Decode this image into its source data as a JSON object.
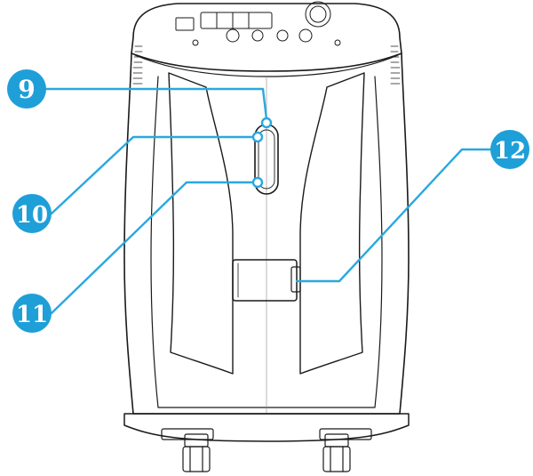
{
  "diagram": {
    "colors": {
      "outline": "#1a1a1a",
      "callout_fill": "#1f9fd8",
      "callout_line": "#2aa8e0",
      "callout_text": "#ffffff"
    },
    "callouts": [
      {
        "id": "9",
        "label": "9"
      },
      {
        "id": "10",
        "label": "10"
      },
      {
        "id": "11",
        "label": "11"
      },
      {
        "id": "12",
        "label": "12"
      }
    ]
  }
}
